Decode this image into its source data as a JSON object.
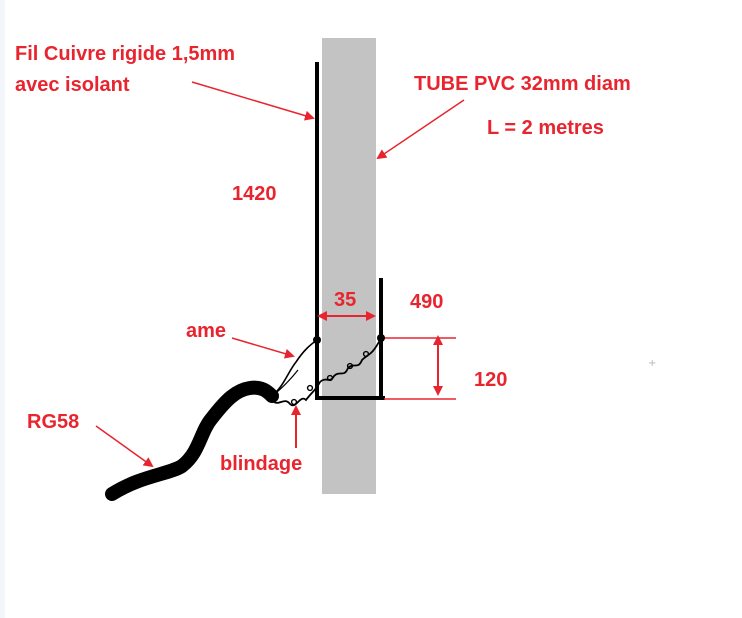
{
  "labels": {
    "wire": "Fil Cuivre rigide 1,5mm",
    "wire_line2": "avec isolant",
    "tube": "TUBE  PVC  32mm diam",
    "length": "L = 2 metres",
    "dim_vertical": "1420",
    "dim_short_arm": "490",
    "dim_gap": "35",
    "dim_height": "120",
    "core": "ame",
    "cable": "RG58",
    "shield": "blindage"
  },
  "colors": {
    "annotation": "#e8252f",
    "tube": "#c3c3c3",
    "wire": "#000000"
  }
}
